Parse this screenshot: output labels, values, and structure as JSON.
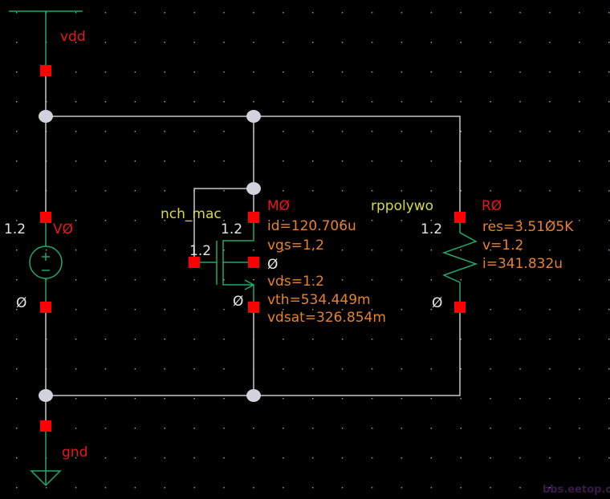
{
  "colors": {
    "background": "#000000",
    "wire": "#c8c8c8",
    "symbol": "#20a868",
    "pin": "#ff0000",
    "node": "#d2d2dc",
    "instance_label": "#e81818",
    "parameter": "#e8822a",
    "cell_name": "#d8d848",
    "net_value": "#e4e4e4"
  },
  "supply": {
    "vdd_label": "vdd",
    "gnd_label": "gnd",
    "icons": [
      "vdd-symbol",
      "ground-symbol"
    ]
  },
  "source": {
    "name": "VØ",
    "top_voltage": "1.2",
    "bottom_voltage": "Ø",
    "icon": "dc-voltage-source"
  },
  "transistor": {
    "cell": "nch_mac",
    "name": "MØ",
    "drain_voltage": "1.2",
    "gate_voltage": "1.2",
    "bulk_voltage": "Ø",
    "source_voltage": "Ø",
    "params": [
      "id=120.706u",
      "vgs=1.2",
      "vds=1.2",
      "vth=534.449m",
      "vdsat=326.854m"
    ],
    "icon": "nmos-transistor"
  },
  "resistor": {
    "cell": "rppolywo",
    "name": "RØ",
    "top_voltage": "1.2",
    "bottom_voltage": "Ø",
    "params": [
      "res=3.51Ø5K",
      "v=1.2",
      "i=341.832u"
    ],
    "icon": "resistor"
  },
  "watermark": "bbs.eetop.cn"
}
